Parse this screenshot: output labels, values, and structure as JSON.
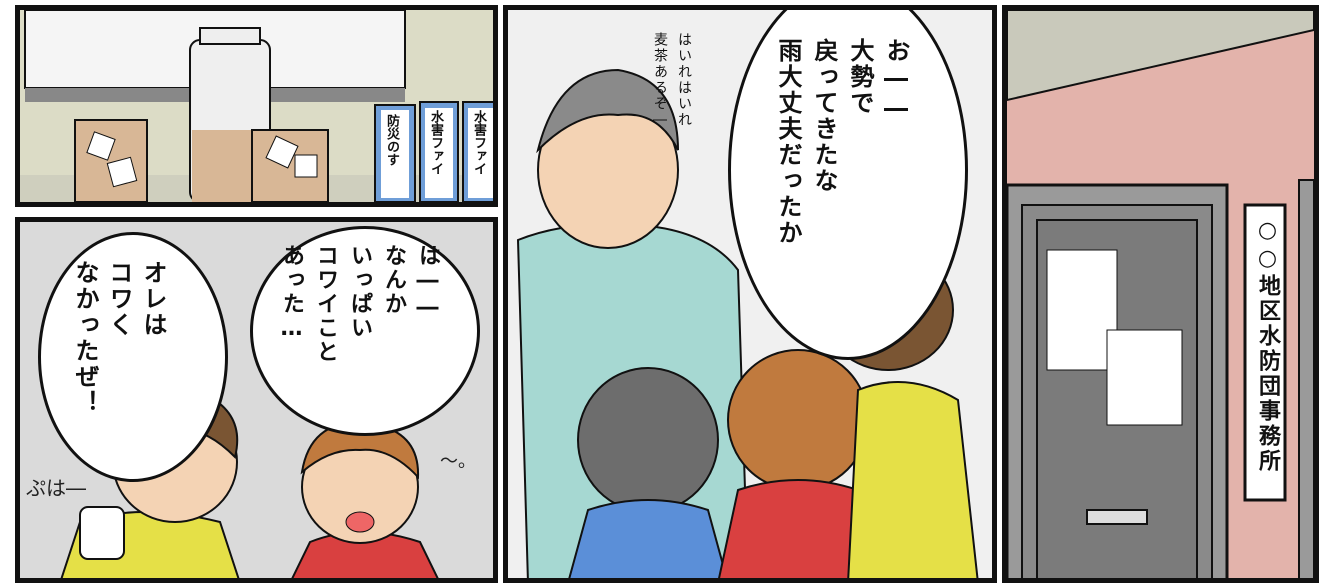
{
  "panels": {
    "p1": {
      "binders": [
        "防災のす",
        "水害ファイ",
        "水害ファイ"
      ]
    },
    "p2": {
      "bubble_left": [
        "オレは",
        "コワく",
        "なかったぜ！"
      ],
      "bubble_right": [
        "は――",
        "なんか",
        "いっぱい",
        "コワイこと",
        "あった…"
      ],
      "sfx_pua": "ぷは―",
      "sfx_sigh": "～。"
    },
    "p3": {
      "bubble_main": [
        "お――",
        "大勢で",
        "戻ってきたな",
        "雨大丈夫だったか"
      ],
      "aside": [
        "はいれはいれ",
        "麦茶あるぞ―"
      ]
    },
    "p4": {
      "sign": "○○地区水防団事務所"
    }
  },
  "colors": {
    "outline": "#111111",
    "jacket_green": "#a6d8d2",
    "wall_pink": "#e3b3ab",
    "binder_blue": "#6f9ed8",
    "tea": "#d8b796",
    "red_hoodie": "#d94040",
    "yellow": "#e5e047"
  }
}
